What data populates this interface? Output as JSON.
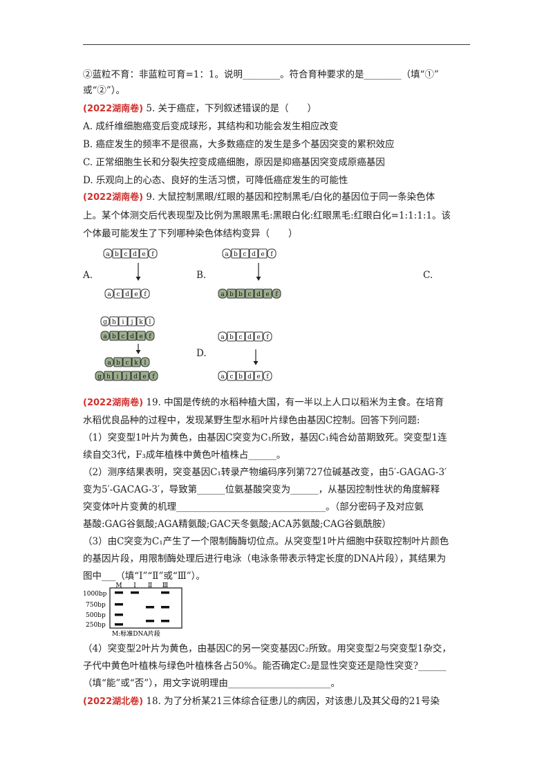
{
  "lines": [
    "②蓝粒不育：非蓝粒可育=1：1。说明________。符合育种要求的是________（填“①”",
    "或“②”）。",
    "A. 成纤维细胞癌变后变成球形，其结构和功能会发生相应改变",
    "B. 癌症发生的频率不是很高，大多数癌症的发生是多个基因突变的累积效应",
    "C. 正常细胞生长和分裂失控变成癌细胞，原因是抑癌基因突变成原癌基因",
    "D. 乐观向上的心态、良好的生活习惯，可降低癌症发生的可能性",
    "上。某个体测交后代表现型及比例为黑眼黑毛:黑眼白化:红眼黑毛:红眼白化=1:1:1:1。该",
    "个体最可能发生了下列哪种染色体结构变异（　　）",
    "水稻优良品种的过程中，发现某野生型水稻叶片绿色由基因C控制。回答下列问题:",
    "（1）突变型1叶片为黄色，由基因C突变为C₁所致，基因C₁纯合幼苗期致死。突变型1连",
    "续自交3代，F₃成年植株中黄色叶植株占______。",
    "（2）测序结果表明，突变基因C₁转录产物编码序列第727位碱基改变，由5′-GAGAG-3′",
    "变为5′-GACAG-3′，导致第______位氨基酸突变为______，从基因控制性状的角度解释",
    "突变体叶片变黄的机理________________________________。（部分密码子及对应氨",
    "基酸:GAG谷氨酸;AGA精氨酸;GAC天冬氨酸;ACA苏氨酸;CAG谷氨酰胺）",
    "（3）由C突变为C₁产生了一个限制酶酶切位点。从突变型1叶片细胞中获取控制叶片颜色",
    "的基因片段，用限制酶处理后进行电泳（电泳条带表示特定长度的DNA片段），其结果为",
    "图中___（填“I”“Ⅱ”或“Ⅲ”）。",
    "（4）突变型2叶片为黄色，由基因C的另一突变基因C₂所致。用突变型2与突变型1杂交，",
    "子代中黄色叶植株与绿色叶植株各占50%。能否确定C₂是显性突变还是隐性突变?______",
    "（填“能”或“否”），用文字说明理由______________________。"
  ],
  "q5": {
    "tag": "(2022湖南卷)",
    "text": " 5. 关于癌症，下列叙述错误的是（　　）"
  },
  "q9": {
    "tag": "(2022湖南卷)",
    "text": " 9. 大鼠控制黑眼/红眼的基因和控制黑毛/白化的基因位于同一条染色体"
  },
  "q19": {
    "tag": "(2022湖南卷)",
    "text": " 19. 中国是传统的水稻种植大国，有一半以上人口以稻米为主食。在培育"
  },
  "q18": {
    "tag": "(2022湖北卷)",
    "text": " 18. 为了分析某21三体综合征患儿的病因，对该患儿及其父母的21号染"
  },
  "options": {
    "a": "A.",
    "b": "B.",
    "c": "C.",
    "d": "D."
  },
  "gel": {
    "lanes": [
      "M",
      "I",
      "Ⅱ",
      "Ⅲ"
    ],
    "markers": [
      "1000bp",
      "750bp",
      "500bp",
      "250bp"
    ],
    "caption": "M:标准DNA片段"
  },
  "chromosome_letters": {
    "A_top": [
      "a",
      "b",
      "c",
      "d",
      "e",
      "f"
    ],
    "A_bottom": [
      "a",
      "c",
      "d",
      "e",
      "f"
    ],
    "B_top": [
      "a",
      "b",
      "c",
      "d",
      "e",
      "f"
    ],
    "B_bottom": [
      "a",
      "b",
      "b",
      "c",
      "d",
      "e",
      "f"
    ],
    "C_top1": [
      "g",
      "h",
      "i",
      "j",
      "k",
      "l"
    ],
    "C_top2": [
      "a",
      "b",
      "c",
      "d",
      "e",
      "f"
    ],
    "C_bottom1": [
      "a",
      "b",
      "c",
      "k",
      "l"
    ],
    "C_bottom2": [
      "g",
      "h",
      "i",
      "j",
      "d",
      "e",
      "f"
    ],
    "D_top": [
      "a",
      "b",
      "c",
      "d",
      "e",
      "f"
    ],
    "D_bottom": [
      "a",
      "c",
      "b",
      "d",
      "e",
      "f"
    ]
  }
}
